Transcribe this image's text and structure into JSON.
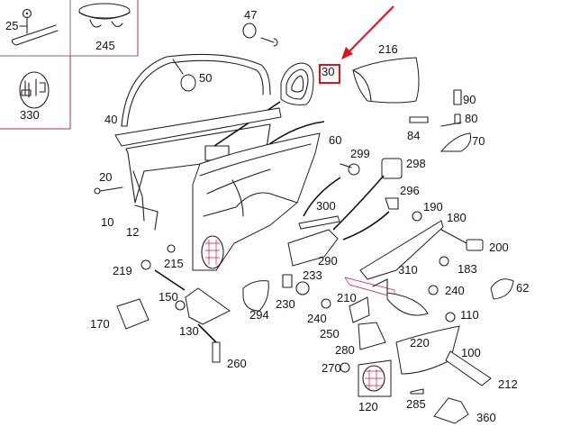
{
  "diagram": {
    "type": "exploded-parts-diagram",
    "subject": "rear door interior trim",
    "highlight": {
      "part": "30",
      "color": "#e0101f"
    },
    "accent_color": "#c8174a",
    "inset_parts": [
      "25",
      "245",
      "330"
    ],
    "parts": {
      "p25": "25",
      "p245": "245",
      "p330": "330",
      "p47": "47",
      "p30": "30",
      "p216": "216",
      "p50": "50",
      "p40": "40",
      "p90": "90",
      "p80": "80",
      "p84": "84",
      "p70": "70",
      "p60": "60",
      "p299": "299",
      "p298": "298",
      "p20": "20",
      "p10": "10",
      "p12": "12",
      "p296": "296",
      "p300": "300",
      "p190": "190",
      "p180": "180",
      "p200": "200",
      "p219": "219",
      "p215": "215",
      "p290": "290",
      "p183": "183",
      "p233": "233",
      "p310": "310",
      "p150": "150",
      "p62": "62",
      "p240a": "240",
      "p210": "210",
      "p294": "294",
      "p230": "230",
      "p170": "170",
      "p130": "130",
      "p240b": "240",
      "p110": "110",
      "p250": "250",
      "p220": "220",
      "p280": "280",
      "p100": "100",
      "p260": "260",
      "p270": "270",
      "p212": "212",
      "p120": "120",
      "p285": "285",
      "p360": "360"
    }
  }
}
